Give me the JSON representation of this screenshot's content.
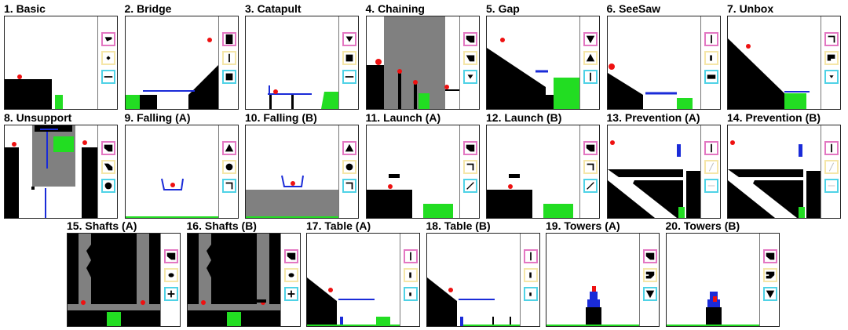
{
  "panels": [
    {
      "title": "1. Basic"
    },
    {
      "title": "2. Bridge"
    },
    {
      "title": "3. Catapult"
    },
    {
      "title": "4. Chaining"
    },
    {
      "title": "5. Gap"
    },
    {
      "title": "6. SeeSaw"
    },
    {
      "title": "7. Unbox"
    },
    {
      "title": "8. Unsupport"
    },
    {
      "title": "9. Falling (A)"
    },
    {
      "title": "10. Falling (B)"
    },
    {
      "title": "11. Launch (A)"
    },
    {
      "title": "12. Launch (B)"
    },
    {
      "title": "13. Prevention (A)"
    },
    {
      "title": "14. Prevention (B)"
    },
    {
      "title": "15. Shafts (A)"
    },
    {
      "title": "16. Shafts (B)"
    },
    {
      "title": "17. Table (A)"
    },
    {
      "title": "18. Table (B)"
    },
    {
      "title": "19. Towers (A)"
    },
    {
      "title": "20. Towers (B)"
    }
  ],
  "tool_slot_colors": [
    "#e377c2",
    "#f5e6a8",
    "#4fd2e6"
  ],
  "tool_icons": [
    [
      "small-wedge-icon",
      "small-diamond-icon",
      "horizontal-bar-icon"
    ],
    [
      "tall-block-icon",
      "thin-vertical-bar-icon",
      "square-block-icon"
    ],
    [
      "down-triangle-icon",
      "square-block-icon",
      "horizontal-bar-icon"
    ],
    [
      "corner-wedge-icon",
      "corner-notch-icon",
      "small-down-triangle-icon"
    ],
    [
      "large-down-triangle-icon",
      "up-triangle-icon",
      "thin-vertical-bar-icon"
    ],
    [
      "thin-vertical-bar-icon",
      "small-vertical-bar-icon",
      "horizontal-block-icon"
    ],
    [
      "hook-icon",
      "notched-block-icon",
      "tiny-down-triangle-icon"
    ],
    [
      "corner-wedge-icon",
      "quarter-wedge-icon",
      "circle-icon"
    ],
    [
      "up-triangle-icon",
      "circle-icon",
      "hook-icon"
    ],
    [
      "up-triangle-icon",
      "circle-icon",
      "hook-icon"
    ],
    [
      "corner-wedge-icon",
      "hook-icon",
      "diagonal-line-icon"
    ],
    [
      "corner-wedge-icon",
      "hook-icon",
      "diagonal-line-icon"
    ],
    [
      "thin-vertical-bar-icon",
      "thin-diagonal-line-icon",
      "thin-horizontal-line-icon"
    ],
    [
      "thin-vertical-bar-icon",
      "thin-diagonal-line-icon",
      "thin-horizontal-line-icon"
    ],
    [
      "corner-wedge-icon",
      "ellipse-icon",
      "plus-icon"
    ],
    [
      "corner-wedge-icon",
      "ellipse-icon",
      "plus-icon"
    ],
    [
      "thin-vertical-bar-icon",
      "small-vertical-bar-icon",
      "tiny-vertical-bar-icon"
    ],
    [
      "thin-vertical-bar-icon",
      "small-vertical-bar-icon",
      "tiny-vertical-bar-icon"
    ],
    [
      "corner-wedge-icon",
      "notched-wedge-icon",
      "large-down-triangle-icon"
    ],
    [
      "corner-wedge-icon",
      "notched-wedge-icon",
      "large-down-triangle-icon"
    ]
  ],
  "palette": {
    "static": "#000000",
    "ball": "#ee1111",
    "goal": "#22dd22",
    "blue": "#1a2bd8",
    "gray": "#808080",
    "frame": "#222222"
  }
}
